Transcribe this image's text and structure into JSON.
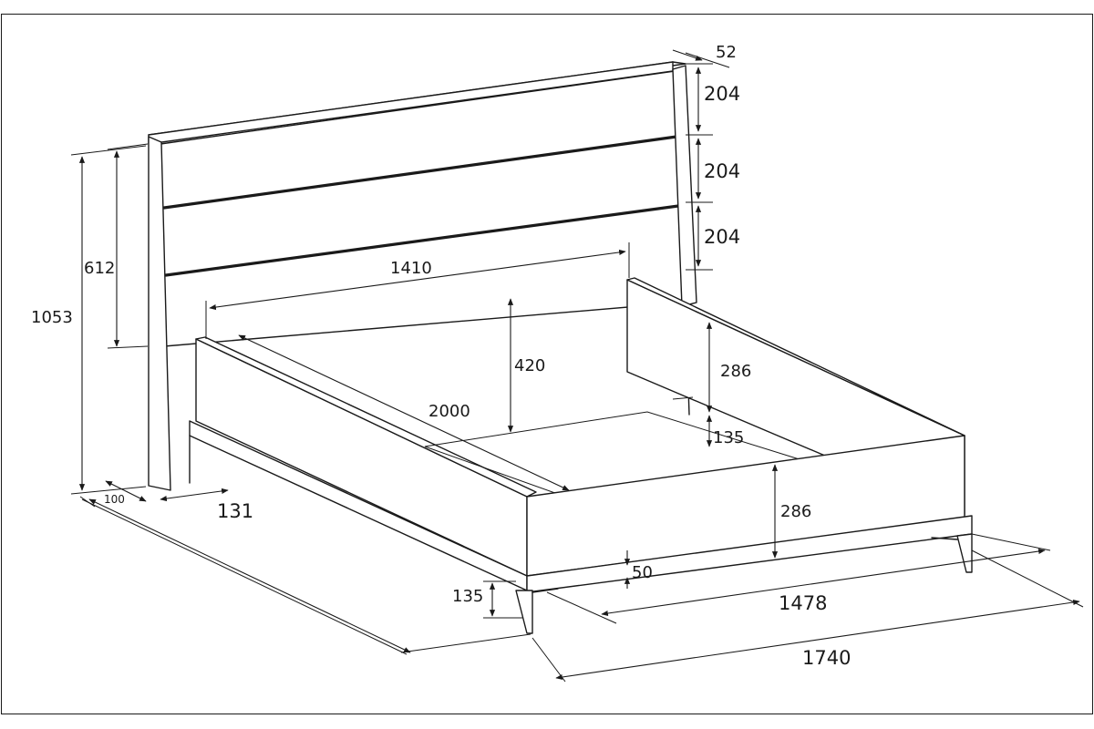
{
  "dimensions": {
    "headboard_depth": "52",
    "slat_top": "204",
    "slat_middle": "204",
    "slat_bottom": "204",
    "total_height": "1053",
    "headboard_panel_height": "612",
    "inner_width": "1410",
    "frame_height": "420",
    "inner_length": "2000",
    "side_rail_height": "286",
    "slat_drop": "135",
    "foot_rail_height": "286",
    "rail_lip": "50",
    "leg_height": "135",
    "post_depth": "100",
    "headboard_offset": "131",
    "rail_width": "1478",
    "total_width": "1740"
  }
}
